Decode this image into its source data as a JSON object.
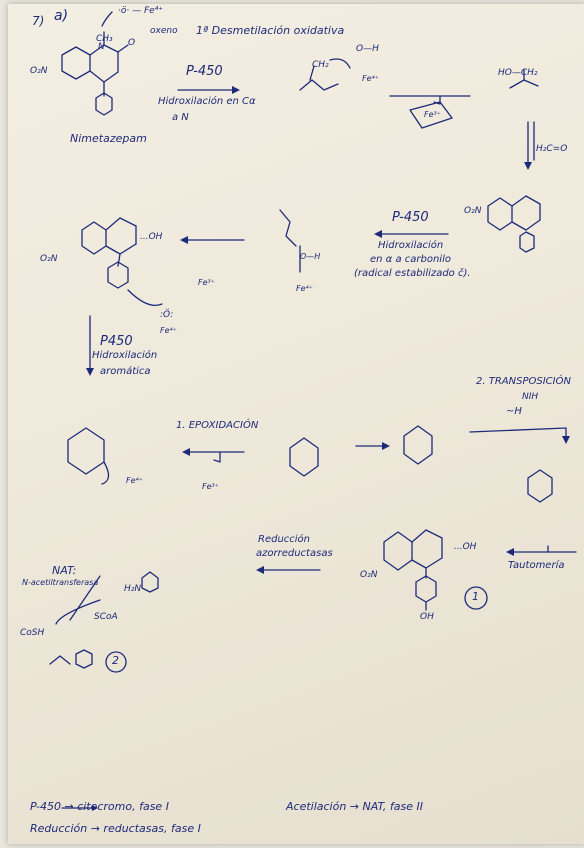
{
  "header": {
    "number": "7)",
    "part": "a)",
    "methyl_label": "CH₃",
    "eq_label": "·ö· — Fe⁴⁺",
    "reaction_title": "1ª Desmetilación oxidativa",
    "oxo_label": "oxeno"
  },
  "nimetazepam": {
    "name": "Nimetazepam",
    "o2n": "O₂N",
    "n_ring": "N",
    "o_carbonyl": "O"
  },
  "step1": {
    "enzyme": "P-450",
    "desc_line1": "Hidroxilación en Cα",
    "desc_line2": "a N"
  },
  "fe_species": {
    "oh": "O—H",
    "ch2": "CH₂",
    "fe4": "Fe⁴⁺",
    "fe3": "Fe³⁺",
    "ho_ch2": "HO—CH₂",
    "formaldehyde": "H₂C=O"
  },
  "step2": {
    "enzyme": "P-450",
    "desc_line1": "Hidroxilación",
    "desc_line2": "en α a carbonilo",
    "desc_line3": "(radical estabilizado č)."
  },
  "step3": {
    "enzyme": "P450",
    "desc_line1": "Hidroxilación",
    "desc_line2": "aromática",
    "oh_label": "...OH",
    "o_label": ":Ö:"
  },
  "step4": {
    "epoxidation": "1. EPOXIDACIÓN",
    "transposition": "2. TRANSPOSICIÓN",
    "nih": "NIH",
    "h_shift": "~H"
  },
  "step5": {
    "tautomerism": "Tautomería",
    "reduction_line1": "Reducción",
    "reduction_line2": "azorreductasas",
    "oh": "OH",
    "mark": "1"
  },
  "step6": {
    "nat": "NAT:",
    "nat_full": "N-acetiltransferasa",
    "scoa": "SCoA",
    "cosh": "CoSH",
    "h2n": "H₂N",
    "mark": "2"
  },
  "footer": {
    "line1": "P-450 → citocromo, fase I",
    "line2": "Reducción → reductasas, fase I",
    "line3": "Acetilación → NAT, fase II"
  }
}
